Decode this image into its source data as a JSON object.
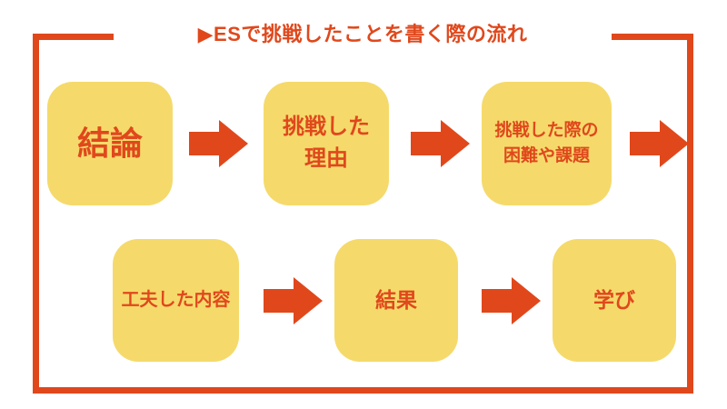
{
  "diagram": {
    "title": "▶ESで挑戦したことを書く際の流れ",
    "rows": [
      {
        "boxes": [
          {
            "label": "結論"
          },
          {
            "label": "挑戦した\n理由"
          },
          {
            "label": "挑戦した際の\n困難や課題"
          }
        ]
      },
      {
        "boxes": [
          {
            "label": "工夫した内容"
          },
          {
            "label": "結果"
          },
          {
            "label": "学び"
          }
        ]
      }
    ],
    "arrows": {
      "direction": "right",
      "count": 5
    },
    "colors": {
      "accent": "#E0481C",
      "box_fill": "#F5DA6B",
      "background": "#FFFFFF"
    }
  }
}
